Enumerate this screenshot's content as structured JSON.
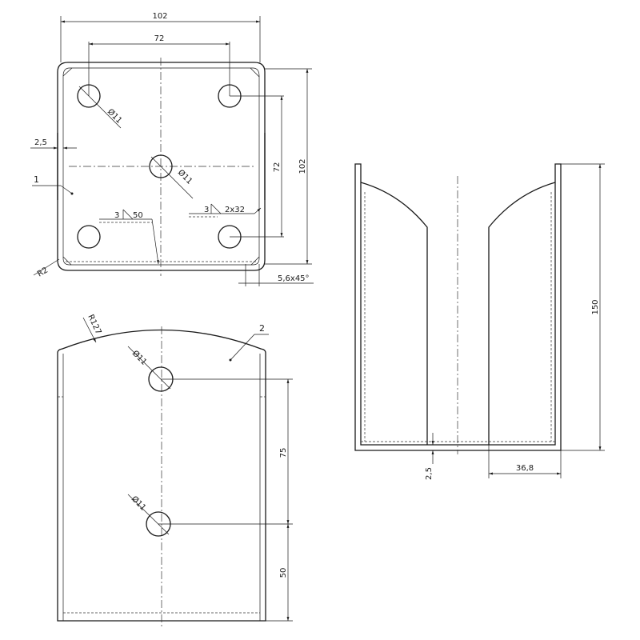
{
  "plate": {
    "part_number": "1",
    "dim_width": "102",
    "dim_hole_spacing_h": "72",
    "dim_hole_spacing_v": "72",
    "dim_height": "102",
    "dim_flange": "2,5",
    "hole_dia": "Ø11",
    "hole_dia_center": "Ø11",
    "corner_radius": "R2",
    "chamfer": "5,6x45°",
    "weld1_size": "3",
    "weld1_len": "50",
    "weld2_size": "3",
    "weld2_len": "2x32"
  },
  "side_plate": {
    "part_number": "2",
    "arc_radius": "R127",
    "hole_dia_top": "Ø11",
    "hole_dia_bottom": "Ø11",
    "dim_hole_spacing": "75",
    "dim_bottom_offset": "50"
  },
  "front_view": {
    "dim_height": "150",
    "dim_thickness": "2,5",
    "dim_flange_width": "36,8"
  }
}
